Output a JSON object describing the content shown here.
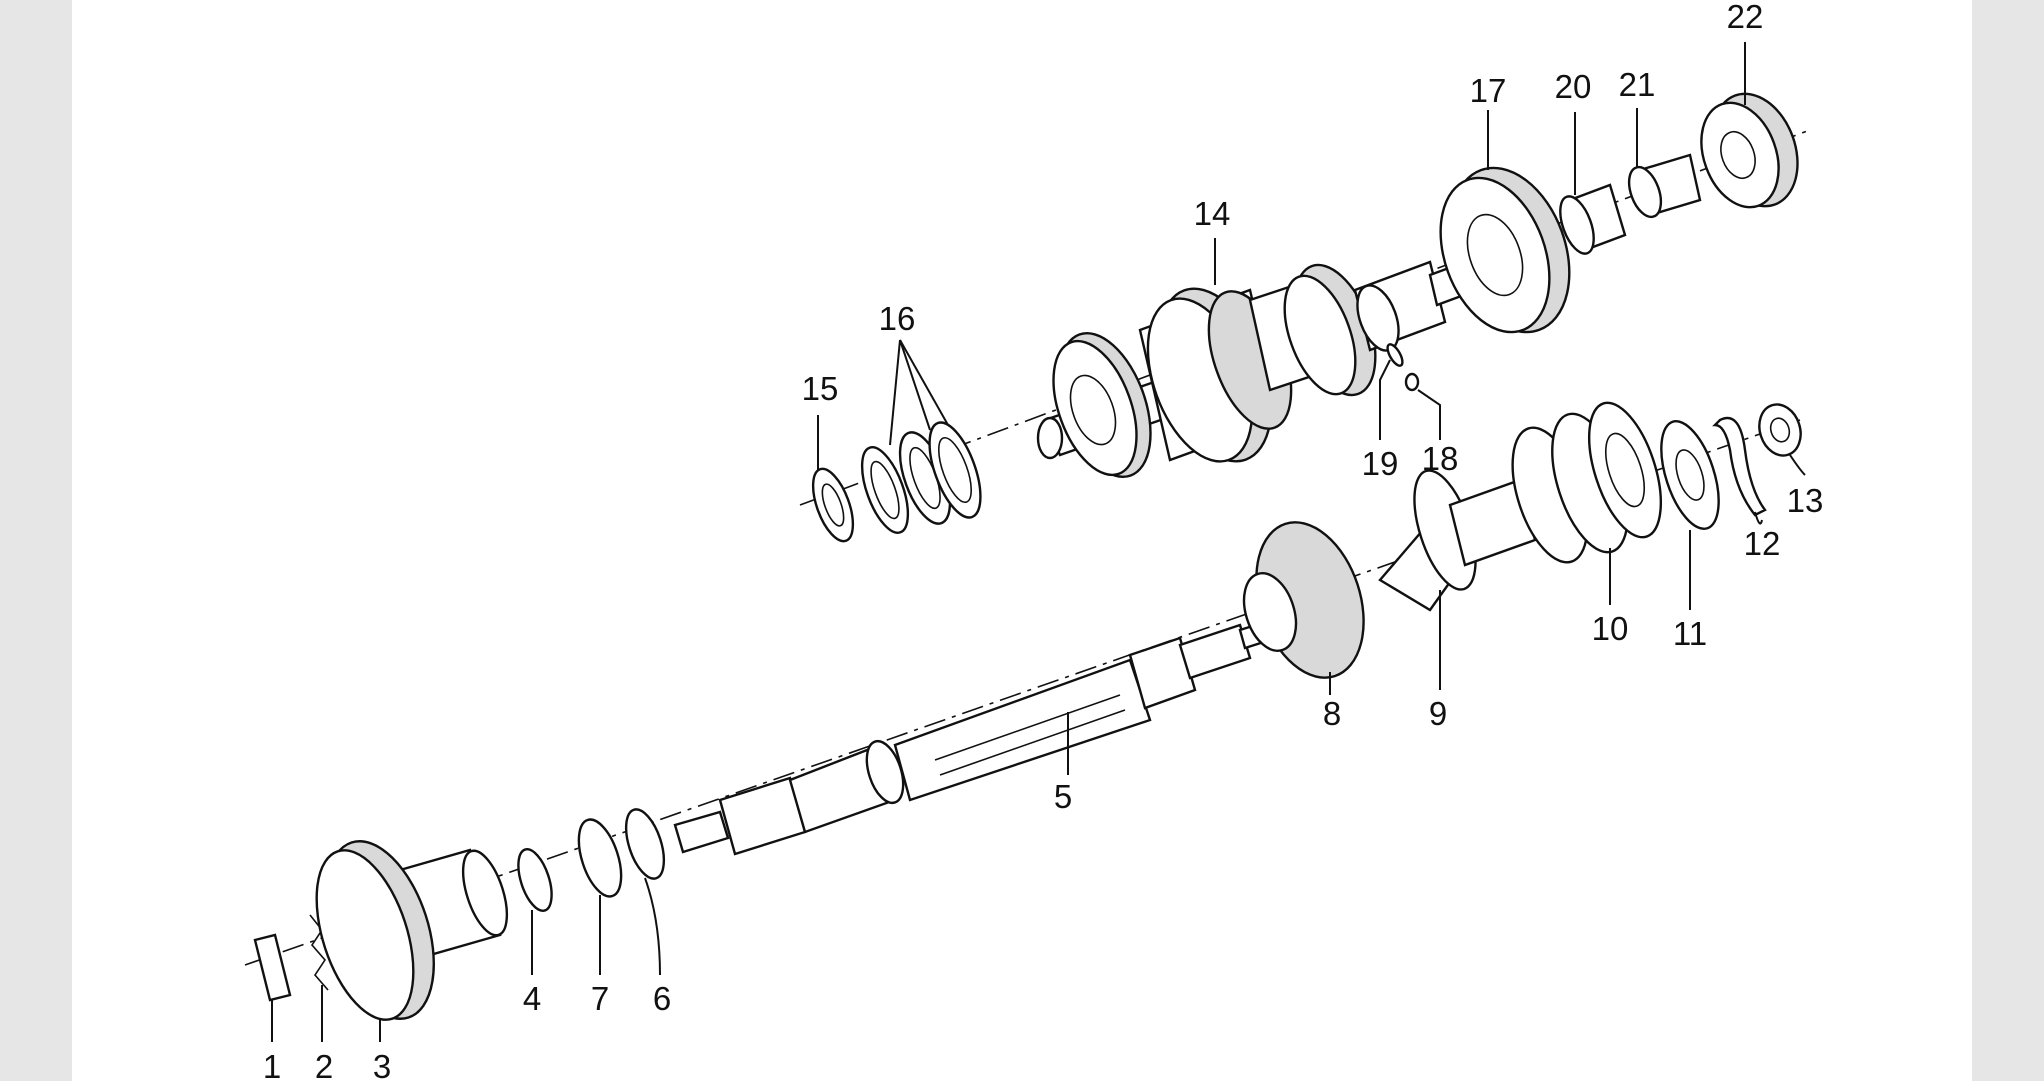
{
  "labels": {
    "p1": "1",
    "p2": "2",
    "p3": "3",
    "p4": "4",
    "p5": "5",
    "p6": "6",
    "p7": "7",
    "p8": "8",
    "p9": "9",
    "p10": "10",
    "p11": "11",
    "p12": "12",
    "p13": "13",
    "p14": "14",
    "p15": "15",
    "p16": "16",
    "p17": "17",
    "p18": "18",
    "p19": "19",
    "p20": "20",
    "p21": "21",
    "p22": "22"
  },
  "colors": {
    "background": "#e6e6e6",
    "sheet": "#ffffff",
    "ink": "#111111"
  }
}
